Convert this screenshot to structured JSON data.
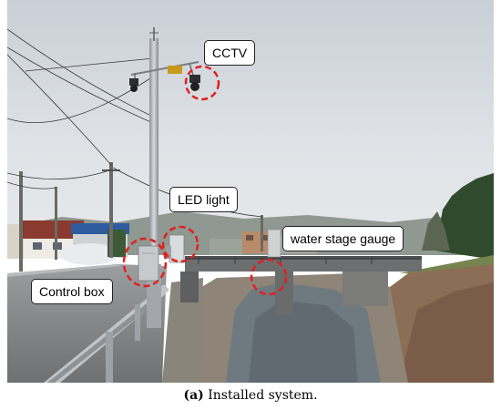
{
  "figure": {
    "labels": {
      "cctv": "CCTV",
      "led_light": "LED light",
      "water_stage_gauge": "water stage gauge",
      "control_box": "Control box"
    },
    "caption": {
      "tag": "(a)",
      "text": " Installed system."
    },
    "highlight_color": "#e02020"
  }
}
